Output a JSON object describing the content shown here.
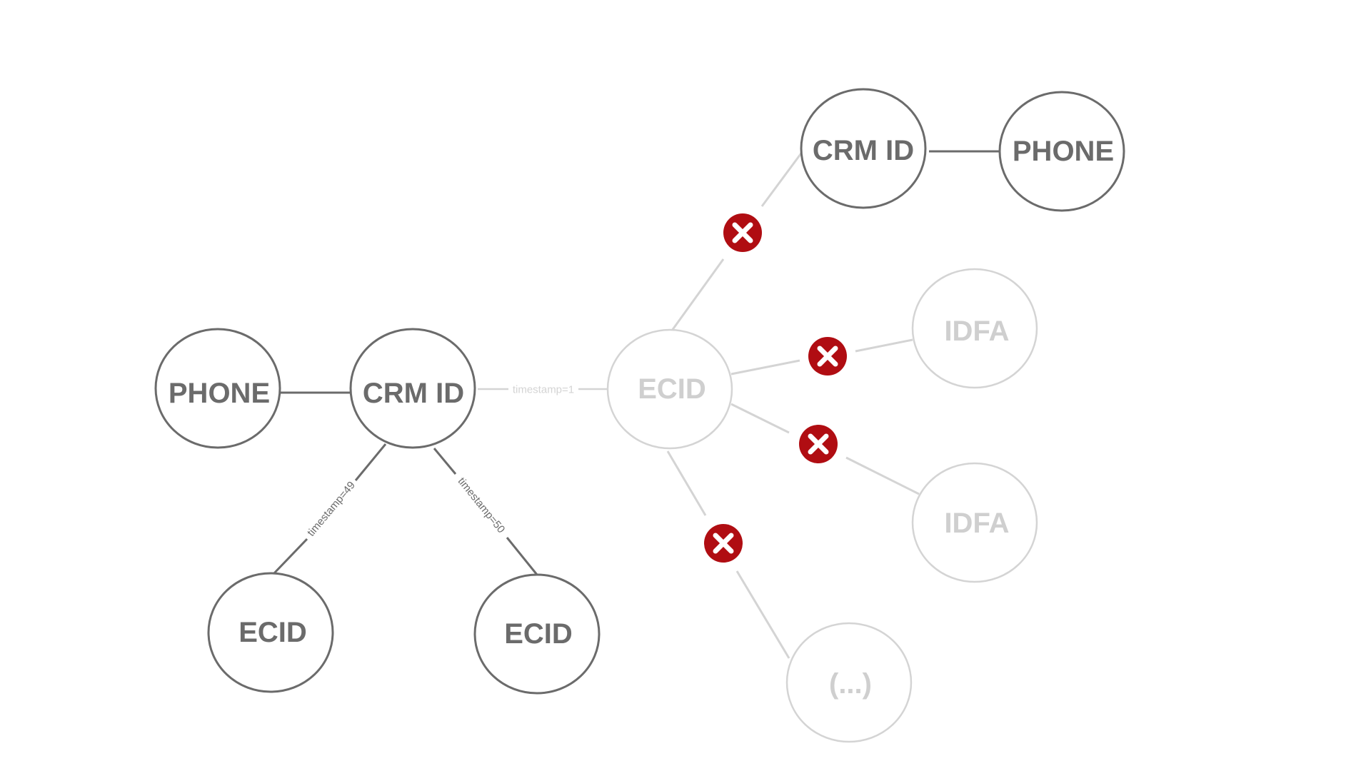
{
  "colors": {
    "active": "#6b6b6b",
    "faded": "#d4d4d4",
    "faded_text": "#cfcfcf",
    "x_badge": "#b00d12",
    "x_mark": "#ffffff",
    "background": "#ffffff"
  },
  "nodes": {
    "phone_left": {
      "label": "PHONE",
      "state": "active"
    },
    "crm_main": {
      "label": "CRM ID",
      "state": "active"
    },
    "ecid_left": {
      "label": "ECID",
      "state": "active"
    },
    "ecid_right": {
      "label": "ECID",
      "state": "active"
    },
    "ecid_center": {
      "label": "ECID",
      "state": "faded"
    },
    "crm_top": {
      "label": "CRM ID",
      "state": "active"
    },
    "phone_top": {
      "label": "PHONE",
      "state": "active"
    },
    "idfa_1": {
      "label": "IDFA",
      "state": "faded"
    },
    "idfa_2": {
      "label": "IDFA",
      "state": "faded"
    },
    "more": {
      "label": "(...)",
      "state": "faded"
    }
  },
  "edges": {
    "crm_to_ecid_center": {
      "label": "timestamp=1",
      "state": "faded"
    },
    "crm_to_ecid_left": {
      "label": "timestamp=49",
      "state": "active"
    },
    "crm_to_ecid_right": {
      "label": "timestamp=50",
      "state": "active"
    },
    "phone_to_crm": {
      "label": "",
      "state": "active"
    },
    "crm_top_to_phone_top": {
      "label": "",
      "state": "active"
    },
    "ecid_center_to_crm_top": {
      "label": "",
      "state": "faded",
      "removed": true
    },
    "ecid_center_to_idfa_1": {
      "label": "",
      "state": "faded",
      "removed": true
    },
    "ecid_center_to_idfa_2": {
      "label": "",
      "state": "faded",
      "removed": true
    },
    "ecid_center_to_more": {
      "label": "",
      "state": "faded",
      "removed": true
    }
  },
  "markers": {
    "removed_link_icon": "x-circle-icon"
  }
}
